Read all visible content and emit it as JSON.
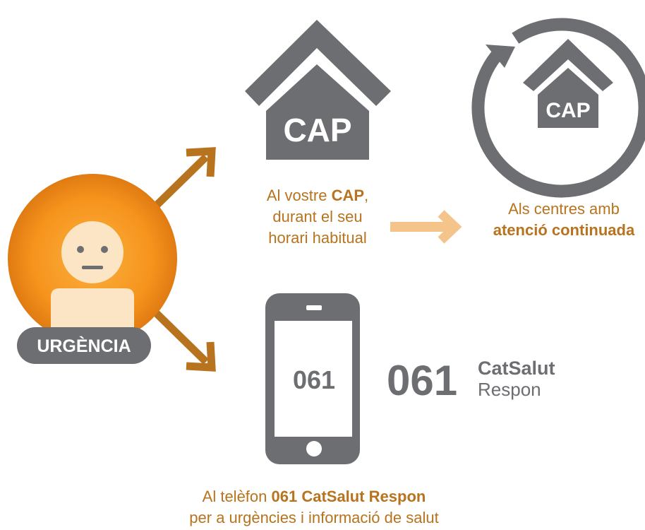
{
  "colors": {
    "accent": "#c57a1e",
    "accent_light": "#f4c48a",
    "gray": "#6d6e71",
    "face": "#fbe5c4",
    "orange_glow": "#f6941d"
  },
  "urgencia": {
    "label": "URGÈNCIA"
  },
  "cap_house": {
    "label": "CAP"
  },
  "cap_text": {
    "line1_pre": "Al vostre ",
    "line1_bold": "CAP",
    "line1_post": ",",
    "line2": "durant el seu",
    "line3": "horari habitual"
  },
  "cap_cycle": {
    "label": "CAP"
  },
  "continuous_text": {
    "line1": "Als centres amb",
    "line2": "atenció continuada"
  },
  "phone": {
    "screen_label": "061"
  },
  "brand": {
    "number": "061",
    "name": "CatSalut",
    "sub": "Respon"
  },
  "phone_text": {
    "line1_pre": "Al telèfon ",
    "line1_bold": "061 CatSalut Respon",
    "line2": "per a urgències i informació de salut"
  },
  "icons": [
    "person-icon",
    "house-icon",
    "cycle-arrow-icon",
    "phone-icon",
    "arrow-icon"
  ]
}
